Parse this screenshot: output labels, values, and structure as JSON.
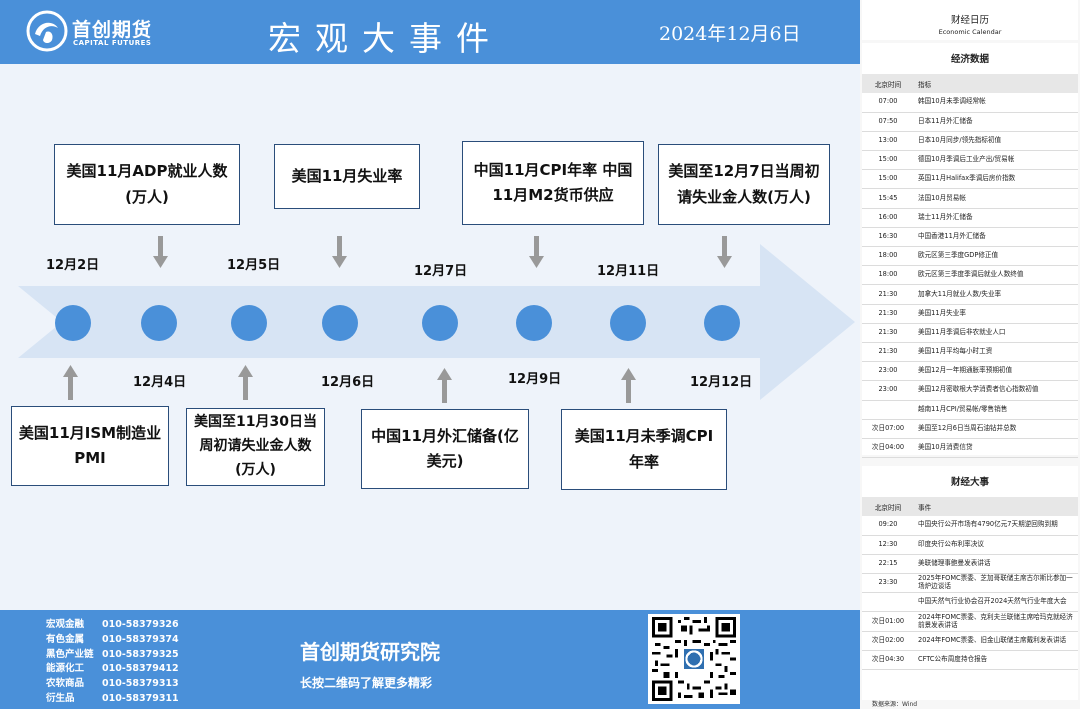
{
  "header": {
    "logo_cn": "首创期货",
    "logo_en": "CAPITAL FUTURES",
    "title": "宏观大事件",
    "date": "2024年12月6日"
  },
  "timeline": {
    "top_events": [
      {
        "label": "美国11月ADP就业人数(万人)",
        "date": "12月2日"
      },
      {
        "label": "美国11月失业率",
        "date": "12月5日"
      },
      {
        "label": "中国11月CPI年率 中国11月M2货币供应",
        "date": "12月7日"
      },
      {
        "label": "美国至12月7日当周初请失业金人数(万人)",
        "date": "12月11日"
      }
    ],
    "bottom_events": [
      {
        "label": "美国11月ISM制造业PMI",
        "date": "12月4日"
      },
      {
        "label": "美国至11月30日当周初请失业金人数(万人)",
        "date": "12月6日"
      },
      {
        "label": "中国11月外汇储备(亿美元)",
        "date": "12月9日"
      },
      {
        "label": "美国11月未季调CPI年率",
        "date": "12月12日"
      }
    ]
  },
  "footer": {
    "contacts": [
      {
        "dept": "宏观金融",
        "phone": "010-58379326"
      },
      {
        "dept": "有色金属",
        "phone": "010-58379374"
      },
      {
        "dept": "黑色产业链",
        "phone": "010-58379325"
      },
      {
        "dept": "能源化工",
        "phone": "010-58379412"
      },
      {
        "dept": "农软商品",
        "phone": "010-58379313"
      },
      {
        "dept": "衍生品",
        "phone": "010-58379311"
      }
    ],
    "institute": "首创期货研究院",
    "slogan": "长按二维码了解更多精彩"
  },
  "calendar": {
    "title": "财经日历",
    "subtitle": "Economic Calendar",
    "econ_title": "经济数据",
    "col_time": "北京时间",
    "col_indicator": "指标",
    "econ_rows": [
      {
        "time": "07:00",
        "text": "韩国10月未季调经常帐"
      },
      {
        "time": "07:50",
        "text": "日本11月外汇储备"
      },
      {
        "time": "13:00",
        "text": "日本10月同步/领先指标初值"
      },
      {
        "time": "15:00",
        "text": "德国10月季调后工业产出/贸易帐"
      },
      {
        "time": "15:00",
        "text": "英国11月Halifax季调后房价指数"
      },
      {
        "time": "15:45",
        "text": "法国10月贸易帐"
      },
      {
        "time": "16:00",
        "text": "瑞士11月外汇储备"
      },
      {
        "time": "16:30",
        "text": "中国香港11月外汇储备"
      },
      {
        "time": "18:00",
        "text": "欧元区第三季度GDP修正值"
      },
      {
        "time": "18:00",
        "text": "欧元区第三季度季调后就业人数终值"
      },
      {
        "time": "21:30",
        "text": "加拿大11月就业人数/失业率"
      },
      {
        "time": "21:30",
        "text": "美国11月失业率"
      },
      {
        "time": "21:30",
        "text": "美国11月季调后非农就业人口"
      },
      {
        "time": "21:30",
        "text": "美国11月平均每小时工资"
      },
      {
        "time": "23:00",
        "text": "美国12月一年期通胀率预期初值"
      },
      {
        "time": "23:00",
        "text": "美国12月密歇根大学消费者信心指数初值"
      },
      {
        "time": "",
        "text": "越南11月CPI/贸易帐/零售销售"
      },
      {
        "time": "次日07:00",
        "text": "美国至12月6日当周石油钻井总数"
      },
      {
        "time": "次日04:00",
        "text": "美国10月消费信贷"
      }
    ],
    "events_title": "财经大事",
    "col_event": "事件",
    "event_rows": [
      {
        "time": "09:20",
        "text": "中国央行公开市场有4790亿元7天期逆回购到期"
      },
      {
        "time": "12:30",
        "text": "印度央行公布利率决议"
      },
      {
        "time": "22:15",
        "text": "美联储理事鲍曼发表讲话"
      },
      {
        "time": "23:30",
        "text": "2025年FOMC票委、芝加哥联储主席古尔斯比参加一场炉边谈话"
      },
      {
        "time": "",
        "text": "中国天然气行业协会召开2024天然气行业年度大会"
      },
      {
        "time": "次日01:00",
        "text": "2024年FOMC票委、克利夫兰联储主席哈玛克就经济前景发表讲话"
      },
      {
        "time": "次日02:00",
        "text": "2024年FOMC票委、旧金山联储主席戴利发表讲话"
      },
      {
        "time": "次日04:30",
        "text": "CFTC公布周度持仓报告"
      }
    ],
    "source": "数据来源：Wind"
  }
}
